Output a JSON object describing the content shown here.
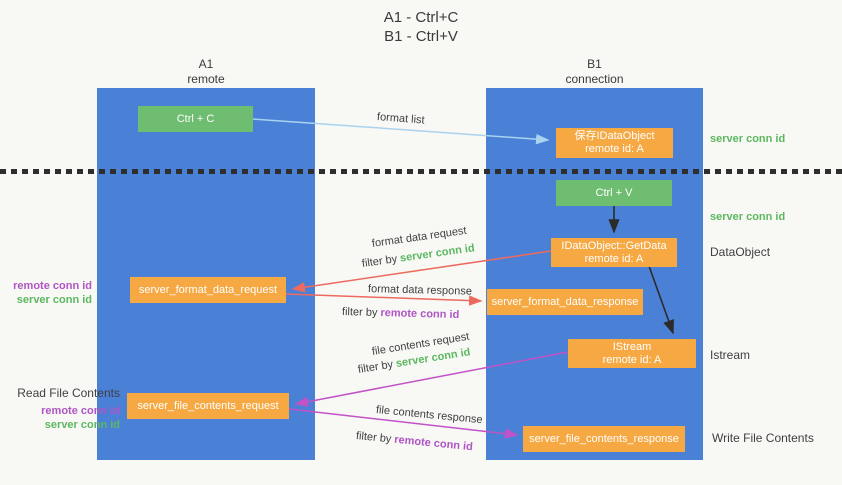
{
  "title": {
    "line1": "A1 - Ctrl+C",
    "line2": "B1 - Ctrl+V"
  },
  "lifelines": {
    "left": {
      "name": "A1",
      "role": "remote"
    },
    "right": {
      "name": "B1",
      "role": "connection"
    }
  },
  "boxes": {
    "ctrl_c": {
      "label": "Ctrl + C"
    },
    "save_idataobject": {
      "line1": "保存IDataObject",
      "line2": "remote id: A"
    },
    "ctrl_v": {
      "label": "Ctrl + V"
    },
    "idataobject_getdata": {
      "line1": "IDataObject::GetData",
      "line2": "remote id: A"
    },
    "server_format_data_request": {
      "label": "server_format_data_request"
    },
    "server_format_data_response": {
      "label": "server_format_data_response"
    },
    "istream": {
      "line1": "IStream",
      "line2": "remote id: A"
    },
    "server_file_contents_request": {
      "label": "server_file_contents_request"
    },
    "server_file_contents_response": {
      "label": "server_file_contents_response"
    }
  },
  "arrows": {
    "format_list": {
      "label": "format list"
    },
    "format_data_request": {
      "label": "format data request",
      "filter_prefix": "filter by",
      "filter_key": "server conn id"
    },
    "format_data_response": {
      "label": "format data response",
      "filter_prefix": "filter by",
      "filter_key": "remote conn id"
    },
    "file_contents_request": {
      "label": "file contents request",
      "filter_prefix": "filter by",
      "filter_key": "server conn id"
    },
    "file_contents_response": {
      "label": "file contents response",
      "filter_prefix": "filter by",
      "filter_key": "remote conn id"
    }
  },
  "side_labels": {
    "right_server_conn_id_1": "server conn id",
    "right_server_conn_id_2": "server conn id",
    "right_dataobject": "DataObject",
    "right_istream": "Istream",
    "right_write_file_contents": "Write File Contents",
    "left_remote_conn_id_1": "remote conn id",
    "left_server_conn_id_1": "server conn id",
    "left_read_file_contents": "Read File Contents",
    "left_remote_conn_id_2": "remote conn id",
    "left_server_conn_id_2": "server conn id"
  },
  "colors": {
    "lifeline_blue": "#4a80d6",
    "box_green": "#6ebd71",
    "box_orange": "#f6a843",
    "arrow_light_blue": "#a9d3ee",
    "arrow_red": "#ed6a5f",
    "arrow_magenta": "#c252c8",
    "arrow_black": "#2b2b2b",
    "label_green": "#5cb860",
    "label_purple": "#b055c5",
    "background": "#f8f8f5"
  }
}
